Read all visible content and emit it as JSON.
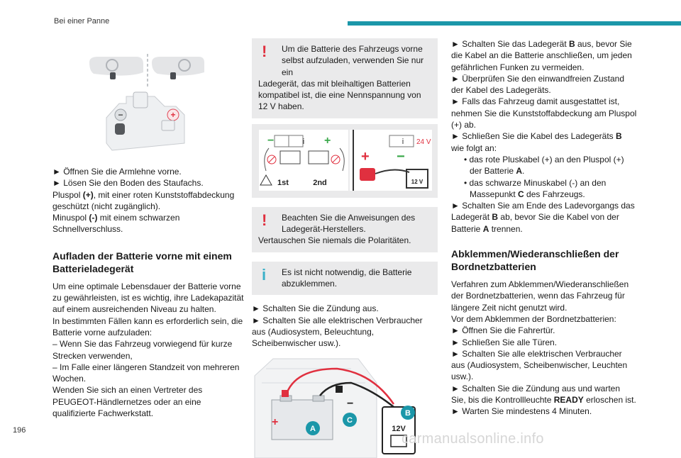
{
  "header": {
    "section_title": "Bei einer Panne",
    "accent_color": "#1b97a9"
  },
  "page_number": "196",
  "watermark": "carmanualsonline.info",
  "column1": {
    "figure_labels": {
      "plus": "+",
      "minus": "−"
    },
    "steps": [
      "► Öffnen Sie die Armlehne vorne.",
      "► Lösen Sie den Boden des Staufachs."
    ],
    "plus_pole": {
      "pre": "Pluspol ",
      "sym": "(+)",
      "post": ", mit einer roten Kunststoffabdeckung geschützt (nicht zugänglich)."
    },
    "minus_pole": {
      "pre": "Minuspol ",
      "sym": "(-)",
      "post": " mit einem schwarzen Schnellverschluss."
    },
    "section_heading": "Aufladen der Batterie vorne mit einem Batterieladegerät",
    "intro": "Um eine optimale Lebensdauer der Batterie vorne zu gewährleisten, ist es wichtig, ihre Ladekapazität auf einem ausreichenden Niveau zu halten.",
    "cases_intro": "In bestimmten Fällen kann es erforderlich sein, die Batterie vorne aufzuladen:",
    "cases": [
      "– Wenn Sie das Fahrzeug vorwiegend für kurze Strecken verwenden,",
      "– Im Falle einer längeren Standzeit von mehreren Wochen."
    ],
    "contact": "Wenden Sie sich an einen Vertreter des PEUGEOT-Händlernetzes oder an eine qualifizierte Fachwerkstatt."
  },
  "column2": {
    "warning1": {
      "icon": "!",
      "first": "Um die Batterie des Fahrzeugs vorne selbst aufzuladen, verwenden Sie nur ein",
      "rest": "Ladegerät, das mit bleihaltigen Batterien kompatibel ist, die eine Nennspannung von 12 V haben."
    },
    "charger_figure": {
      "label_1st": "1st",
      "label_2nd": "2nd",
      "voltage_24": "24 V",
      "voltage_12": "12 V",
      "info_glyph": "i",
      "plus": "+",
      "minus": "−"
    },
    "warning2": {
      "icon": "!",
      "first": "Beachten Sie die Anweisungen des Ladegerät-Herstellers.",
      "rest": "Vertauschen Sie niemals die Polaritäten."
    },
    "info": {
      "icon": "i",
      "text": "Es ist nicht notwendig, die Batterie abzuklemmen."
    },
    "steps": [
      "► Schalten Sie die Zündung aus.",
      "► Schalten Sie alle elektrischen Verbraucher aus (Audiosystem, Beleuchtung, Scheibenwischer usw.)."
    ],
    "engine_figure": {
      "label_a": "A",
      "label_b": "B",
      "label_c": "C",
      "voltage": "12V",
      "plus": "+",
      "minus": "−"
    }
  },
  "column3": {
    "step1": {
      "pre": "► Schalten Sie das Ladegerät ",
      "bold": "B",
      "post": " aus, bevor Sie die Kabel an die Batterie anschließen, um jeden gefährlichen Funken zu vermeiden."
    },
    "step2": "► Überprüfen Sie den einwandfreien Zustand der Kabel des Ladegeräts.",
    "step3": "► Falls das Fahrzeug damit ausgestattet ist, nehmen Sie die Kunststoffabdeckung am Pluspol (+) ab.",
    "step4": {
      "pre": "► Schließen Sie die Kabel des Ladegeräts ",
      "bold": "B",
      "post": " wie folgt an:"
    },
    "bullet1": {
      "pre": "• das rote Pluskabel (+) an den Pluspol (+) der Batterie ",
      "bold": "A",
      "post": "."
    },
    "bullet2": {
      "pre": "• das schwarze Minuskabel (-) an den Massepunkt ",
      "bold": "C",
      "post": " des Fahrzeugs."
    },
    "step5": {
      "pre": "► Schalten Sie am Ende des Ladevorgangs das Ladegerät ",
      "bold": "B",
      "mid": " ab, bevor Sie die Kabel von der Batterie ",
      "bold2": "A",
      "post": " trennen."
    },
    "section_heading": "Abklemmen/Wiederanschließen der Bordnetzbatterien",
    "intro": "Verfahren zum Abklemmen/Wiederanschließen der Bordnetzbatterien, wenn das Fahrzeug für längere Zeit nicht genutzt wird.",
    "before": "Vor dem Abklemmen der Bordnetzbatterien:",
    "steps": [
      "► Öffnen Sie die Fahrertür.",
      "► Schließen Sie alle Türen.",
      "► Schalten Sie alle elektrischen Verbraucher aus (Audiosystem, Scheibenwischer, Leuchten usw.)."
    ],
    "ignition": {
      "pre": "► Schalten Sie die Zündung aus und warten Sie, bis die Kontrollleuchte ",
      "bold": "READY",
      "post": " erloschen ist."
    },
    "wait": "► Warten Sie mindestens 4 Minuten."
  }
}
